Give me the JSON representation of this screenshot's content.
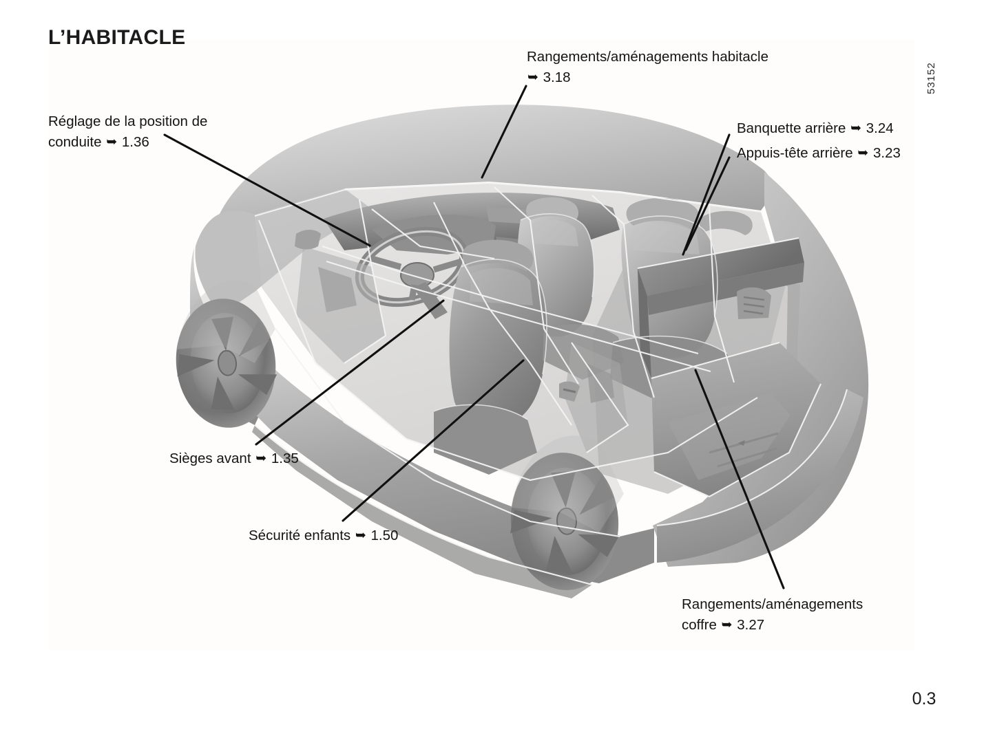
{
  "page": {
    "title": "L’HABITACLE",
    "figure_code": "53152",
    "page_number": "0.3",
    "background_color": "#ffffff",
    "plate_color": "#fffdfb",
    "text_color": "#141414"
  },
  "callouts": [
    {
      "name": "habitacle-storage",
      "line1": "Rangements/aménagements  habitacle",
      "arrow": "➥",
      "line2_ref": "3.18",
      "target": "front cabin storage / dashboard area"
    },
    {
      "name": "driving-position",
      "line1": "Réglage de la position de",
      "line2": "conduite",
      "arrow": "➥",
      "line2_ref": "1.36",
      "target": "steering wheel"
    },
    {
      "name": "rear-bench",
      "line1": "Banquette arrière",
      "arrow": "➥",
      "line2_ref": "3.24",
      "target": "rear bench seat"
    },
    {
      "name": "rear-headrests",
      "line1": "Appuis-tête arrière",
      "arrow": "➥",
      "line2_ref": "3.23",
      "target": "rear headrest"
    },
    {
      "name": "front-seats",
      "line1": "Sièges avant",
      "arrow": "➥",
      "line2_ref": "1.35",
      "target": "front seat"
    },
    {
      "name": "child-safety",
      "line1": "Sécurité enfants",
      "arrow": "➥",
      "line2_ref": "1.50",
      "target": "rear door child lock"
    },
    {
      "name": "boot-storage",
      "line1": "Rangements/aménagements",
      "line2": "coffre",
      "arrow": "➥",
      "line2_ref": "3.27",
      "target": "boot / luggage compartment floor"
    }
  ],
  "illustration": {
    "kind": "three-quarter-rear cutaway render of a small city car interior",
    "style": "grayscale photorealistic 3D render with transparent ghosted body panels",
    "visible_parts": [
      "steering wheel",
      "dashboard and centre console",
      "gear lever",
      "front seats with headrests",
      "rear bench seat with headrests",
      "rear parcel shelf",
      "boot floor",
      "front alloy wheel",
      "rear alloy wheel",
      "door mirror",
      "rear tailgate and bumper"
    ],
    "palette": {
      "body_light": "#c9c9c9",
      "body_mid": "#ababab",
      "body_dark": "#8e8e8e",
      "shadow": "#6f6f6f",
      "deep_shadow": "#5a5a5a",
      "highlight": "#e4e4e4",
      "glass_edge": "#f2f2f2",
      "leader_line": "#101010"
    }
  }
}
